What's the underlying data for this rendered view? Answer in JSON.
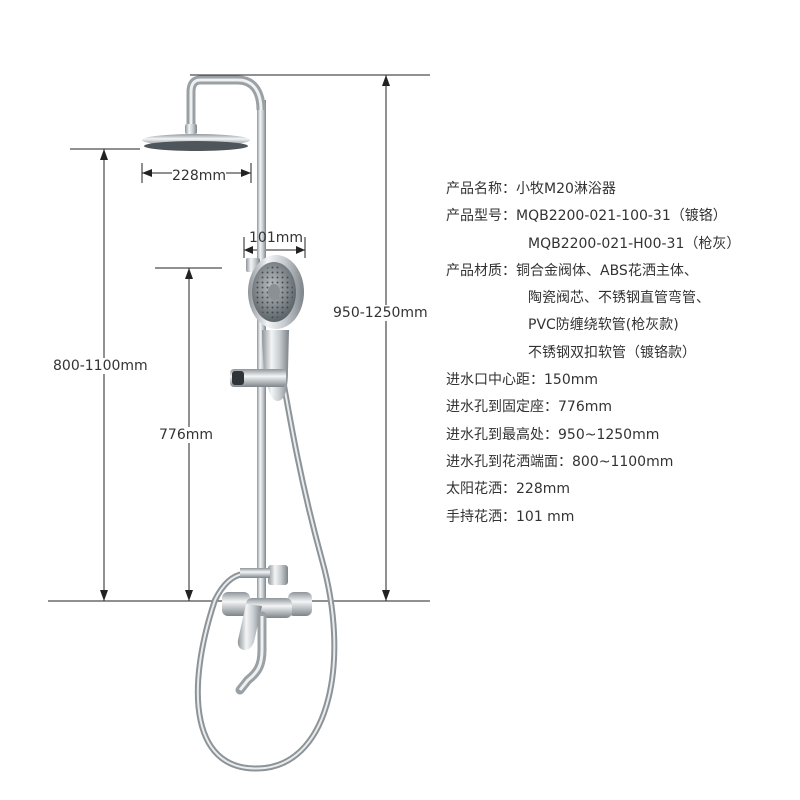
{
  "dimensions": {
    "head_width": "228mm",
    "hand_width": "101mm",
    "total_height": "950-1250mm",
    "head_height": "800-1100mm",
    "seat_height": "776mm"
  },
  "specs": {
    "name_label": "产品名称：",
    "name_value": "小牧M20淋浴器",
    "model_label": "产品型号：",
    "model_1": "MQB2200-021-100-31（镀铬）",
    "model_2": "MQB2200-021-H00-31（枪灰）",
    "material_label": "产品材质：",
    "material_1": "铜合金阀体、ABS花洒主体、",
    "material_2": "陶瓷阀芯、不锈钢直管弯管、",
    "material_3": "PVC防缠绕软管(枪灰款)",
    "material_4": "不锈钢双扣软管（镀铬款）",
    "inlet_center": "进水口中心距：150mm",
    "to_seat": "进水孔到固定座：776mm",
    "to_top": "进水孔到最高处：950~1250mm",
    "to_head": "进水孔到花洒端面：800~1100mm",
    "sun_head": "太阳花洒：228mm",
    "hand_head": "手持花洒：101 mm"
  }
}
